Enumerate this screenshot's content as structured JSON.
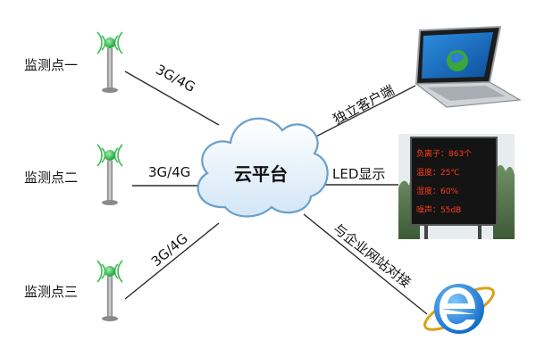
{
  "stations": [
    {
      "label": "监测点一"
    },
    {
      "label": "监测点二"
    },
    {
      "label": "监测点三"
    }
  ],
  "links": {
    "station_1": "3G/4G",
    "station_2": "3G/4G",
    "station_3": "3G/4G"
  },
  "cloud": {
    "label": "云平台"
  },
  "outputs": {
    "client": "独立客户端",
    "led": "LED显示",
    "website": "与企业网站对接"
  },
  "led_sign": {
    "lines": [
      "负离子：863个",
      "温度：25℃",
      "湿度：60%",
      "噪声：55dB"
    ]
  },
  "icons": {
    "station": "signal-tower-icon",
    "client": "laptop-icon",
    "led": "led-display-icon",
    "website": "browser-e-icon"
  },
  "colors": {
    "tower_green": "#22a845",
    "cloud_fill": "#eaf4fc",
    "cloud_stroke": "#6a9fcc",
    "led_red": "#ff3b1a",
    "browser_blue": "#1f86d6"
  }
}
